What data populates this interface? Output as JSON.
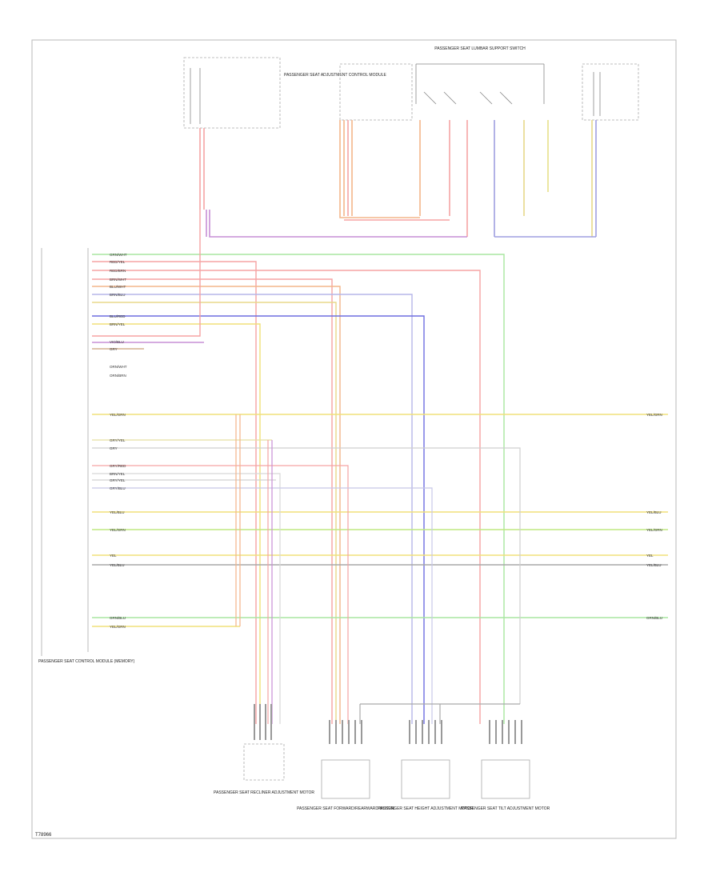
{
  "diagram_code": "T78966",
  "components": {
    "top_center_switch": "PASSENGER SEAT LUMBAR SUPPORT SWITCH",
    "top_left_module": "PASSENGER SEAT ADJUSTMENT CONTROL MODULE",
    "left_module": "PASSENGER SEAT CONTROL MODULE (MEMORY)",
    "bottom_1": "PASSENGER SEAT RECLINER ADJUSTMENT MOTOR",
    "bottom_2": "PASSENGER SEAT FORWARD/REARWARD MOTOR",
    "bottom_3": "PASSENGER SEAT HEIGHT ADJUSTMENT MOTOR",
    "bottom_4": "PASSENGER SEAT TILT ADJUSTMENT MOTOR"
  },
  "wires_left": [
    "GRN/WHT",
    "RED/YEL",
    "RED/BRN",
    "BRN/WHT",
    "BLU/WHT",
    "BRN/BLU",
    "BLU/RED",
    "BRN/YEL",
    "VIO/BLU",
    "GRY",
    "ORN/WHT",
    "ORN/BRN",
    "YEL/GRN",
    "GRY/YEL",
    "GRY",
    "GRY/RED",
    "BRN/YEL",
    "GRY/YEL",
    "GRY/BLU",
    "YEL/BLU",
    "YEL/GRN",
    "YEL",
    "YEL/BLU",
    "GRN/BLU",
    "YEL/GRN"
  ],
  "wires_right": [
    "YEL/GRN",
    "YEL/BLU",
    "YEL/GRN",
    "YEL",
    "YEL/BLU",
    "GRN/BLU"
  ]
}
